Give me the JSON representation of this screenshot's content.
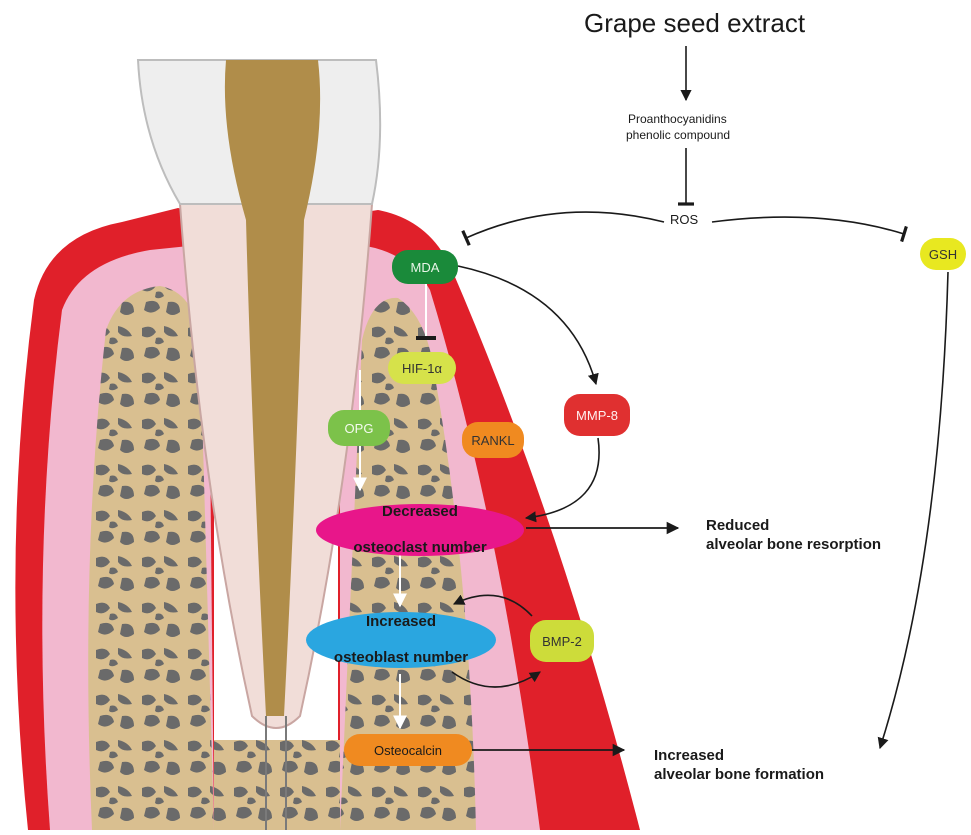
{
  "title": "Grape seed extract",
  "compound_line1": "Proanthocyanidins",
  "compound_line2": "phenolic compound",
  "ros": "ROS",
  "nodes": {
    "gsh": "GSH",
    "mda": "MDA",
    "hif": "HIF-1α",
    "opg": "OPG",
    "rankl": "RANKL",
    "mmp8": "MMP-8",
    "osteoclast_line1": "Decreased",
    "osteoclast_line2": "osteoclast number",
    "osteoblast_line1": "Increased",
    "osteoblast_line2": "osteoblast number",
    "bmp2": "BMP-2",
    "osteocalcin": "Osteocalcin"
  },
  "outcomes": {
    "resorption_line1": "Reduced",
    "resorption_line2": "alveolar bone resorption",
    "formation_line1": "Increased",
    "formation_line2": "alveolar bone formation"
  },
  "colors": {
    "gum_red": "#e0202a",
    "gum_pink": "#f2b8cf",
    "bone_tan": "#d9bf90",
    "root": "#f1ddd8",
    "pulp": "#b08d4a",
    "crown": "#eeeeee",
    "mda": "#1a8a3a",
    "hif": "#d6e24a",
    "opg": "#7cc24a",
    "rankl": "#f08a20",
    "mmp8": "#e03030",
    "osteoclast": "#e8168a",
    "osteoblast": "#2aa6e0",
    "bmp2": "#cddc3a",
    "osteocalcin": "#f08a20",
    "gsh": "#e8e820"
  }
}
